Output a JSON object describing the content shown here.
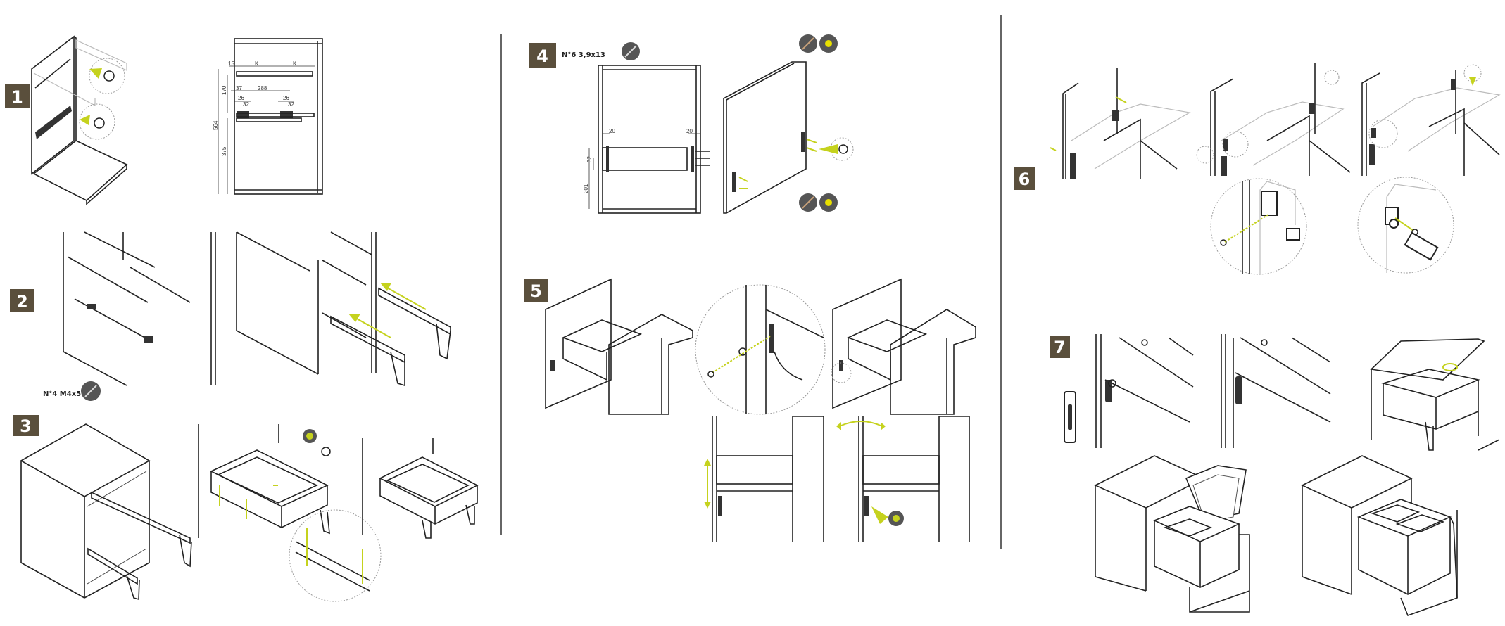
{
  "colors": {
    "badge": "#5a4f3c",
    "accent": "#c5d21e",
    "tool_icon": "#555555"
  },
  "steps": [
    {
      "number": "1"
    },
    {
      "number": "2",
      "hardware": "N°4  M4x5",
      "tool_icon": "screwdriver-icon"
    },
    {
      "number": "3"
    },
    {
      "number": "4",
      "hardware": "N°6  3,9x13",
      "tool_icon": "screwdriver-icon"
    },
    {
      "number": "5"
    },
    {
      "number": "6"
    },
    {
      "number": "7"
    }
  ],
  "step1_dimensions": {
    "d15": "15",
    "k1": "K",
    "k2": "K",
    "d37": "37",
    "d288": "288",
    "d26a": "26",
    "d32a": "32",
    "d26b": "26",
    "d32b": "32",
    "d170": "170",
    "d564": "564",
    "d375": "375"
  },
  "step4_dimensions": {
    "d20a": "20",
    "d20b": "20",
    "d32": "32",
    "d201": "201"
  }
}
